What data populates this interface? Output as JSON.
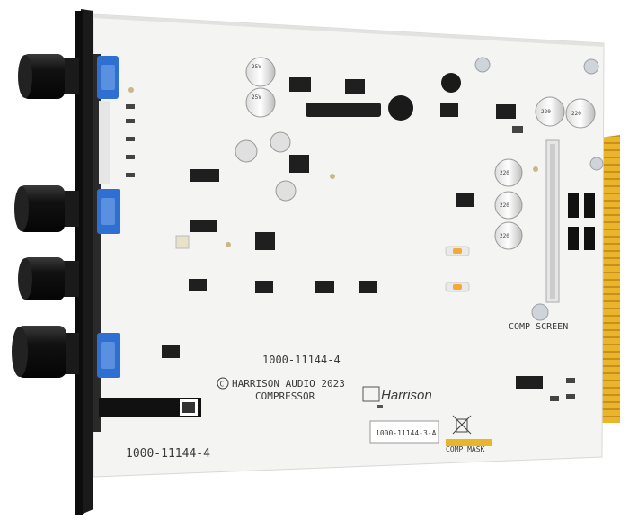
{
  "board": {
    "part_number_center": "1000-11144-4",
    "copyright_line": "HARRISON AUDIO 2023",
    "product_name": "COMPRESSOR",
    "brand_logo": "Harrison",
    "part_number_bottom": "1000-11144-4",
    "label_sticker": "1000-11144-3-A",
    "comp_screen": "COMP SCREEN",
    "comp_mask": "COMP MASK",
    "copyright_symbol": "C"
  },
  "capacitor_values": {
    "value_220": "220",
    "voltage_25v": "25V"
  },
  "colors": {
    "pcb": "#f4f4f2",
    "faceplate": "#1a1a1a",
    "knob": "#111111",
    "pot_blue": "#2e6fd1",
    "gold_fingers": "#e8b52b",
    "ic_body": "#1f1f1f"
  }
}
